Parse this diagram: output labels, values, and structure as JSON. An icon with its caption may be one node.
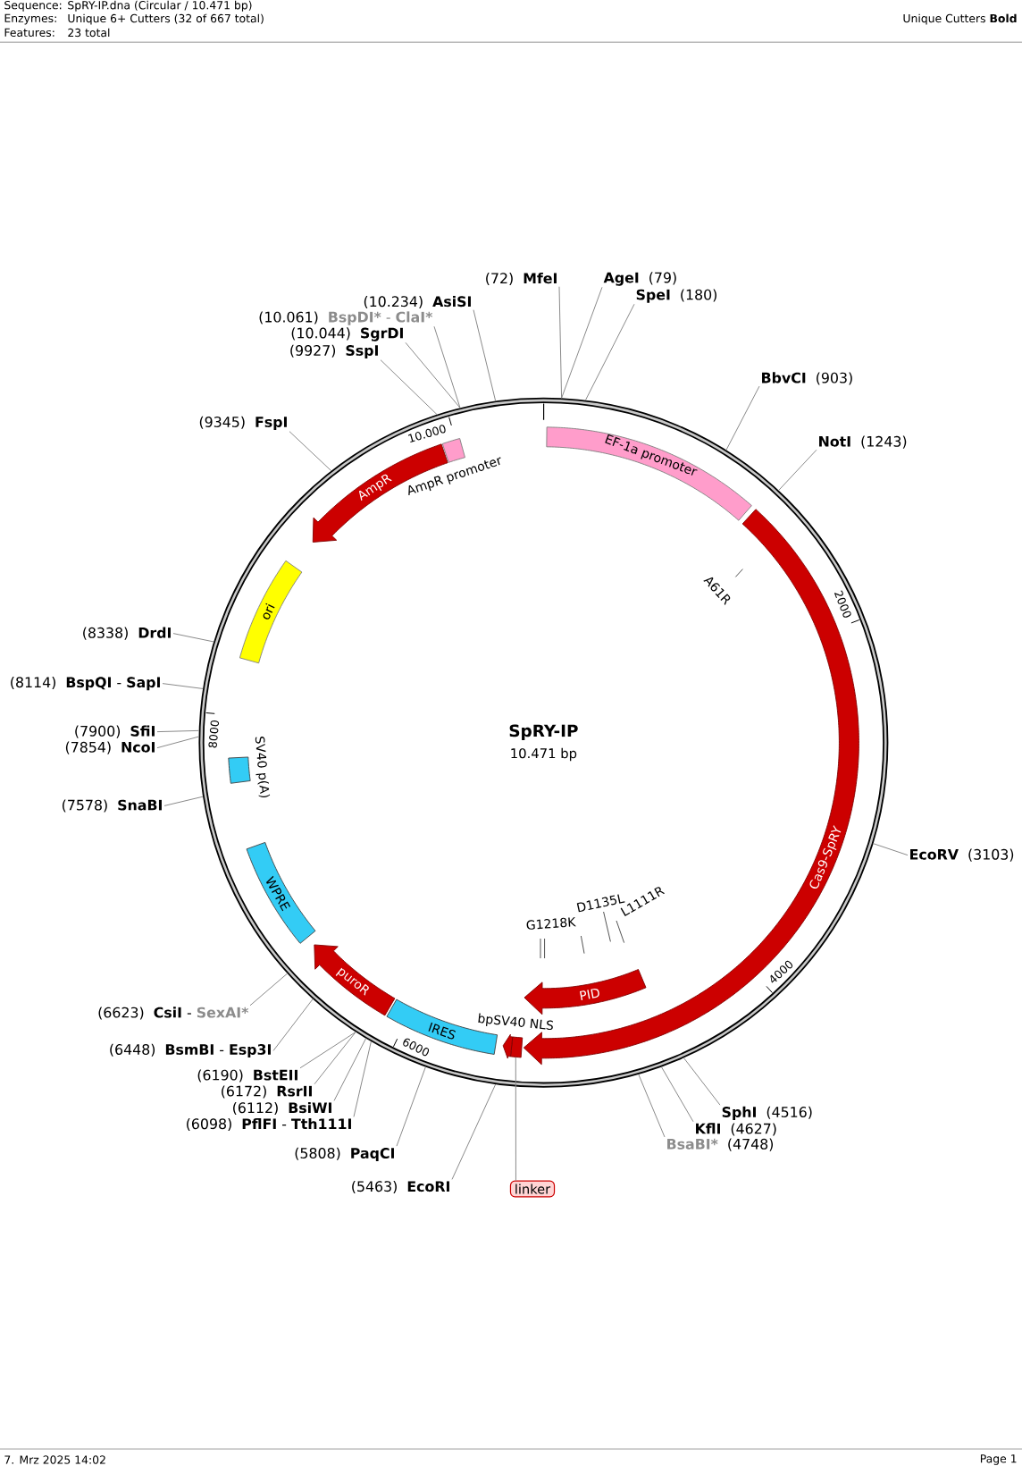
{
  "diagram": {
    "nodes": [
      {
        "text": [
          "SpRY-IP",
          "10.471 bp"
        ]
      },
      {
        "text": [
          "EF-1a promoter"
        ],
        "in": 0
      },
      {
        "text": [
          "Cas9-SpRY"
        ],
        "in": 0
      },
      {
        "text": [
          "PID"
        ],
        "in": 0
      },
      {
        "text": [],
        "shape": "bar",
        "in": 0
      },
      {
        "text": [
          "bpSV40 NLS"
        ],
        "in": 0
      },
      {
        "text": [
          "IRES"
        ],
        "in": 0
      },
      {
        "text": [
          "puroR"
        ],
        "in": 0
      },
      {
        "text": [
          "WPRE"
        ],
        "in": 0
      },
      {
        "text": [
          "SV40 p(A)"
        ],
        "in": 0
      },
      {
        "text": [
          "ori"
        ],
        "in": 0
      },
      {
        "text": [
          "AmpR"
        ],
        "in": 0
      },
      {
        "text": [
          "AmpR promoter"
        ],
        "in": 0
      },
      {
        "text": [
          "linker"
        ]
      },
      {
        "text": [
          "(72)",
          "MfeI"
        ]
      },
      {
        "text": [
          "AgeI",
          "(79)"
        ]
      },
      {
        "text": [
          "SpeI",
          "(180)"
        ]
      },
      {
        "text": [
          "BbvCI",
          "(903)"
        ]
      },
      {
        "text": [
          "NotI",
          "(1243)"
        ]
      },
      {
        "text": [
          "EcoRV",
          "(3103)"
        ]
      },
      {
        "text": [
          "SphI",
          "(4516)"
        ]
      },
      {
        "text": [
          "KflI",
          "(4627)"
        ]
      },
      {
        "text": [
          "BsaBI*",
          "(4748)"
        ]
      },
      {
        "text": [
          "(5463)",
          "EcoRI"
        ]
      },
      {
        "text": [
          "(5808)",
          "PaqCI"
        ]
      },
      {
        "text": [
          "(6098)",
          "PflFI",
          "-",
          "Tth111I"
        ]
      },
      {
        "text": [
          "(6112)",
          "BsiWI"
        ]
      },
      {
        "text": [
          "(6172)",
          "RsrII"
        ]
      },
      {
        "text": [
          "(6190)",
          "BstEII"
        ]
      },
      {
        "text": [
          "(6448)",
          "BsmBI",
          "-",
          "Esp3I"
        ]
      },
      {
        "text": [
          "(6623)",
          "CsiI",
          "-",
          "SexAI*"
        ]
      },
      {
        "text": [
          "(7578)",
          "SnaBI"
        ]
      },
      {
        "text": [
          "(7854)",
          "NcoI"
        ]
      },
      {
        "text": [
          "(7900)",
          "SfiI"
        ]
      },
      {
        "text": [
          "(8114)",
          "BspQI",
          "-",
          "SapI"
        ]
      },
      {
        "text": [
          "(8338)",
          "DrdI"
        ]
      },
      {
        "text": [
          "(9345)",
          "FspI"
        ]
      },
      {
        "text": [
          "(9927)",
          "SspI"
        ]
      },
      {
        "text": [
          "(10.044)",
          "SgrDI"
        ]
      },
      {
        "text": [
          "(10.061)",
          "BspDI*",
          "-",
          "ClaI*"
        ]
      },
      {
        "text": [
          "(10.234)",
          "AsiSI"
        ]
      }
    ],
    "edges": [
      {
        "from": 14,
        "to": 0,
        "arrow": "none"
      },
      {
        "from": 15,
        "to": 0,
        "arrow": "none"
      },
      {
        "from": 16,
        "to": 0,
        "arrow": "none"
      },
      {
        "from": 17,
        "to": 0,
        "arrow": "none"
      },
      {
        "from": 18,
        "to": 0,
        "arrow": "none"
      },
      {
        "from": 19,
        "to": 0,
        "arrow": "none"
      },
      {
        "from": 20,
        "to": 0,
        "arrow": "none"
      },
      {
        "from": 21,
        "to": 0,
        "arrow": "none"
      },
      {
        "from": 22,
        "to": 0,
        "arrow": "none"
      },
      {
        "from": 23,
        "to": 0,
        "arrow": "none"
      },
      {
        "from": 24,
        "to": 0,
        "arrow": "none"
      },
      {
        "from": 25,
        "to": 0,
        "arrow": "none"
      },
      {
        "from": 26,
        "to": 0,
        "arrow": "none"
      },
      {
        "from": 27,
        "to": 0,
        "arrow": "none"
      },
      {
        "from": 28,
        "to": 0,
        "arrow": "none"
      },
      {
        "from": 29,
        "to": 0,
        "arrow": "none"
      },
      {
        "from": 30,
        "to": 0,
        "arrow": "none"
      },
      {
        "from": 31,
        "to": 0,
        "arrow": "none"
      },
      {
        "from": 32,
        "to": 0,
        "arrow": "none"
      },
      {
        "from": 33,
        "to": 0,
        "arrow": "none"
      },
      {
        "from": 34,
        "to": 0,
        "arrow": "none"
      },
      {
        "from": 35,
        "to": 0,
        "arrow": "none"
      },
      {
        "from": 36,
        "to": 0,
        "arrow": "none"
      },
      {
        "from": 37,
        "to": 0,
        "arrow": "none"
      },
      {
        "from": 38,
        "to": 0,
        "arrow": "none"
      },
      {
        "from": 39,
        "to": 0,
        "arrow": "none"
      },
      {
        "from": 40,
        "to": 0,
        "arrow": "none"
      },
      {
        "from": 13,
        "to": 4,
        "arrow": "none"
      }
    ],
    "labels": [
      "Sequence:",
      "SpRY-IP.dna (Circular / 10.471 bp)",
      "Enzymes:",
      "Unique 6+ Cutters (32 of 667 total)",
      "Unique Cutters **Bold**",
      "Features:",
      "23 total",
      "10.000",
      "2000",
      "4000",
      "6000",
      "8000",
      "A61R",
      "G1218K",
      "D1135L",
      "L1111R",
      "7. Mrz 2025 14:02",
      "Page 1"
    ]
  }
}
